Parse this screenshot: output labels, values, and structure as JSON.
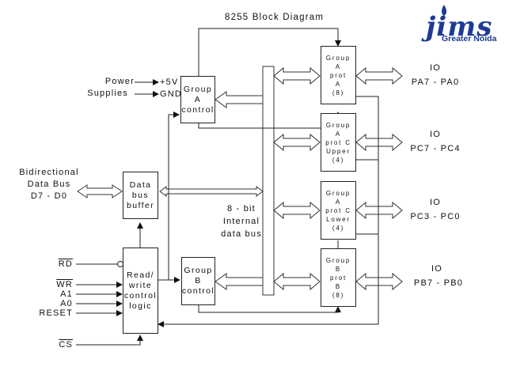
{
  "title": "8255 Block Diagram",
  "logo": {
    "word": "jims",
    "subtitle": "Greater Noida",
    "color": "#1e3a94"
  },
  "power": {
    "label_power": "Power",
    "label_supplies": "Supplies",
    "plus5v": "+5V",
    "gnd": "GND"
  },
  "bidirectional": {
    "line1": "Bidirectional",
    "line2": "Data Bus",
    "line3": "D7 - D0"
  },
  "internal_bus": {
    "line1": "8 - bit",
    "line2": "Internal",
    "line3": "data bus"
  },
  "blocks": {
    "group_a_control": [
      "Group",
      "A",
      "control"
    ],
    "group_b_control": [
      "Group",
      "B",
      "control"
    ],
    "data_bus_buffer": [
      "Data",
      "bus",
      "buffer"
    ],
    "rw_logic": [
      "Read/",
      "write",
      "control",
      "logic"
    ]
  },
  "ports": [
    {
      "lines": [
        "Group",
        "A",
        "prot",
        "A",
        "(8)"
      ],
      "io_label": "IO",
      "io_pins": "PA7 - PA0"
    },
    {
      "lines": [
        "Group",
        "A",
        "prot C",
        "Upper",
        "(4)"
      ],
      "io_label": "IO",
      "io_pins": "PC7 - PC4"
    },
    {
      "lines": [
        "Group",
        "A",
        "prot C",
        "Lower",
        "(4)"
      ],
      "io_label": "IO",
      "io_pins": "PC3 - PC0"
    },
    {
      "lines": [
        "Group",
        "B",
        "prot",
        "B",
        "(8)"
      ],
      "io_label": "IO",
      "io_pins": "PB7 - PB0"
    }
  ],
  "control_signals": {
    "rd": "RD",
    "wr": "WR",
    "a1": "A1",
    "a0": "A0",
    "reset": "RESET",
    "cs": "CS"
  }
}
